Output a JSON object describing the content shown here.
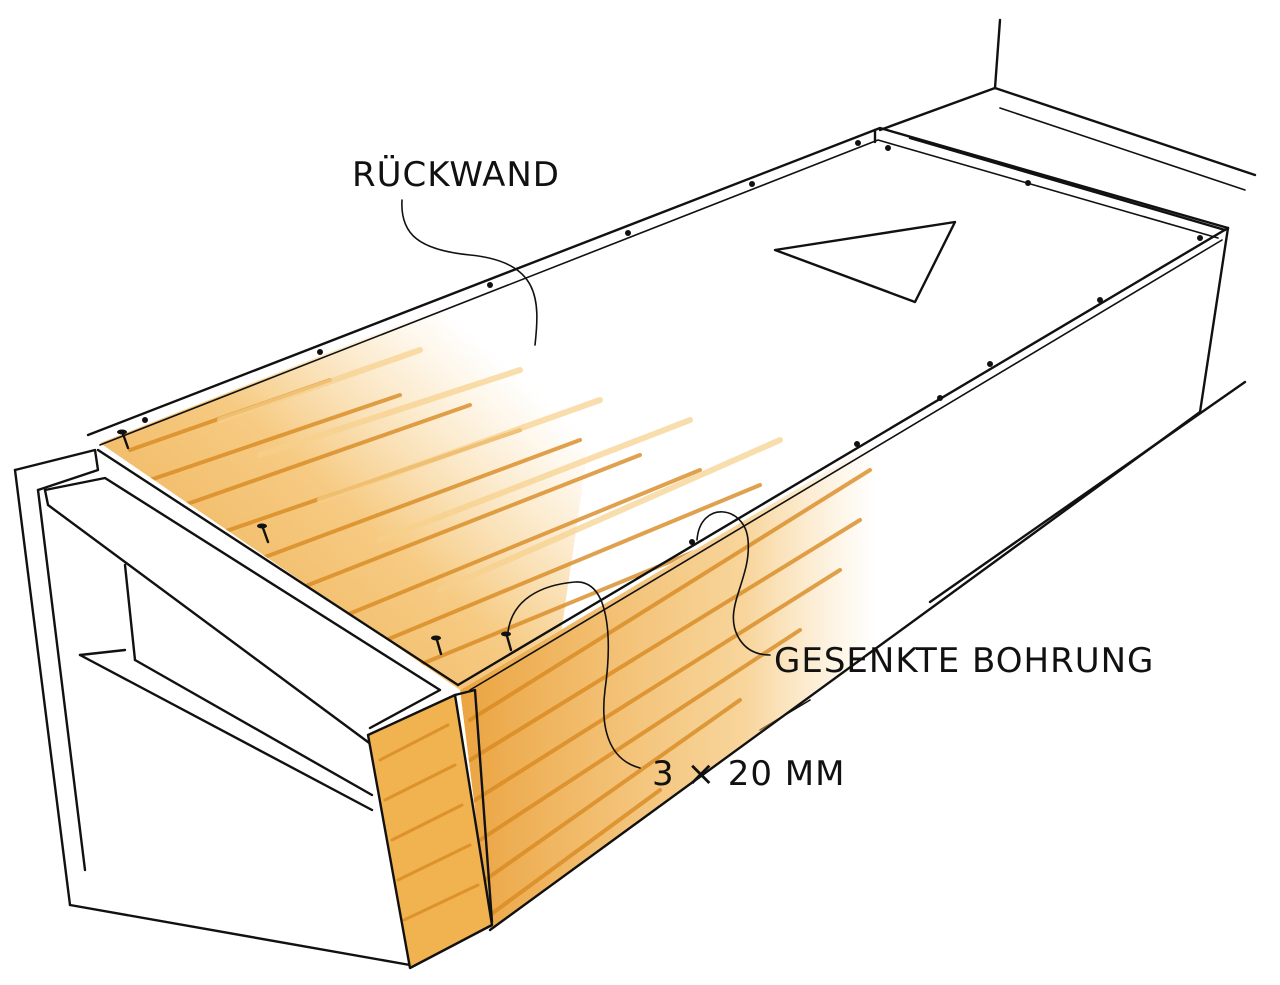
{
  "labels": {
    "rueckwand": "RÜCKWAND",
    "gesenkte_bohrung": "GESENKTE BOHRUNG",
    "schraube": "3 × 20 MM"
  },
  "colors": {
    "ink": "#111111",
    "wood_light": "#f6c46a",
    "wood_mid": "#eaa23a",
    "wood_dark": "#d98a22",
    "paper": "#ffffff"
  }
}
